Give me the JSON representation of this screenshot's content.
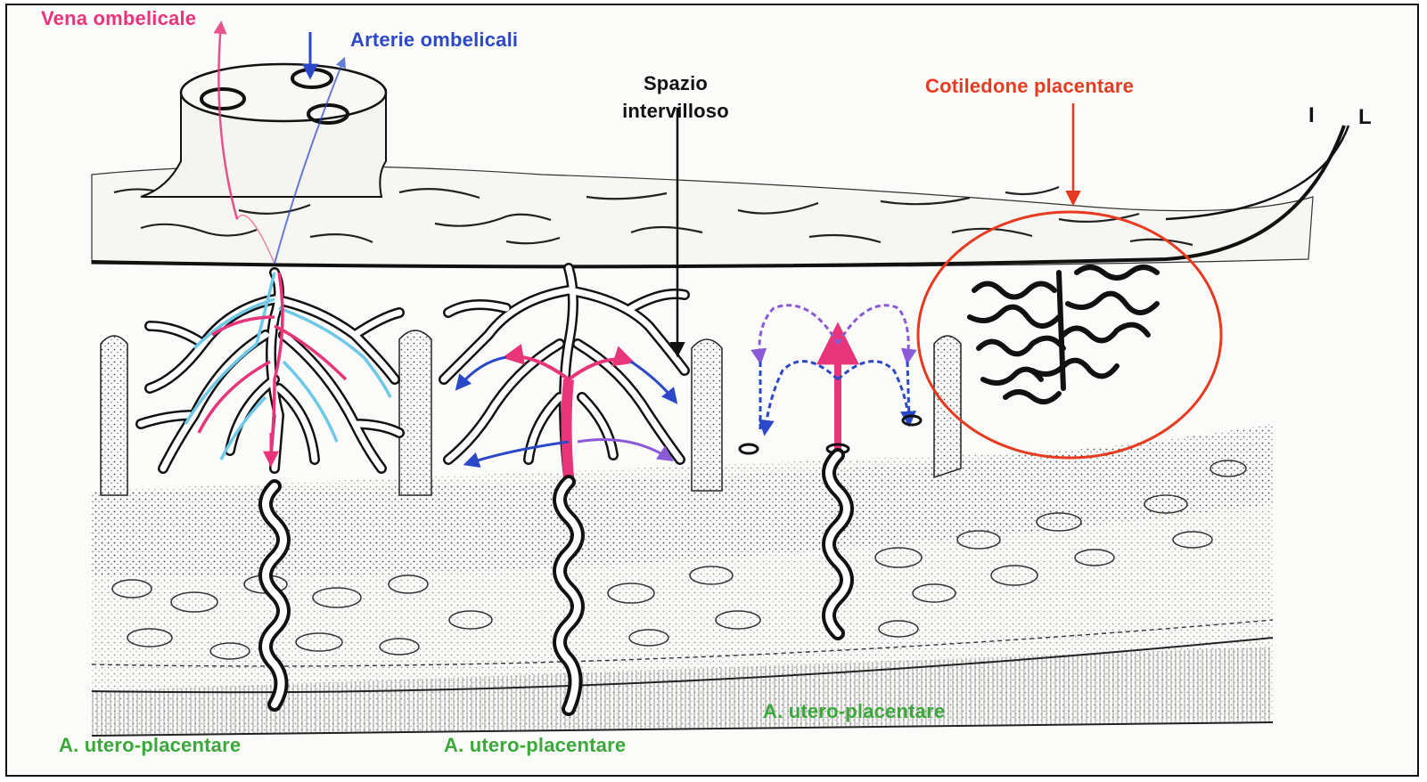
{
  "labels": {
    "vena_ombelicale": "Vena ombelicale",
    "arterie_ombelicali": "Arterie ombelicali",
    "spazio_line1": "Spazio",
    "spazio_line2": "intervilloso",
    "cotiledone": "Cotiledone placentare",
    "marker_i": "I",
    "marker_l": "L",
    "utero_left": "A. utero-placentare",
    "utero_middle": "A. utero-placentare",
    "utero_right": "A. utero-placentare"
  },
  "colors": {
    "pink": "#e8357a",
    "blue": "#2a48c8",
    "light_blue": "#6ec8e8",
    "purple": "#8a5ad8",
    "green": "#3aa83a",
    "red": "#e83a20",
    "ink": "#111111"
  }
}
